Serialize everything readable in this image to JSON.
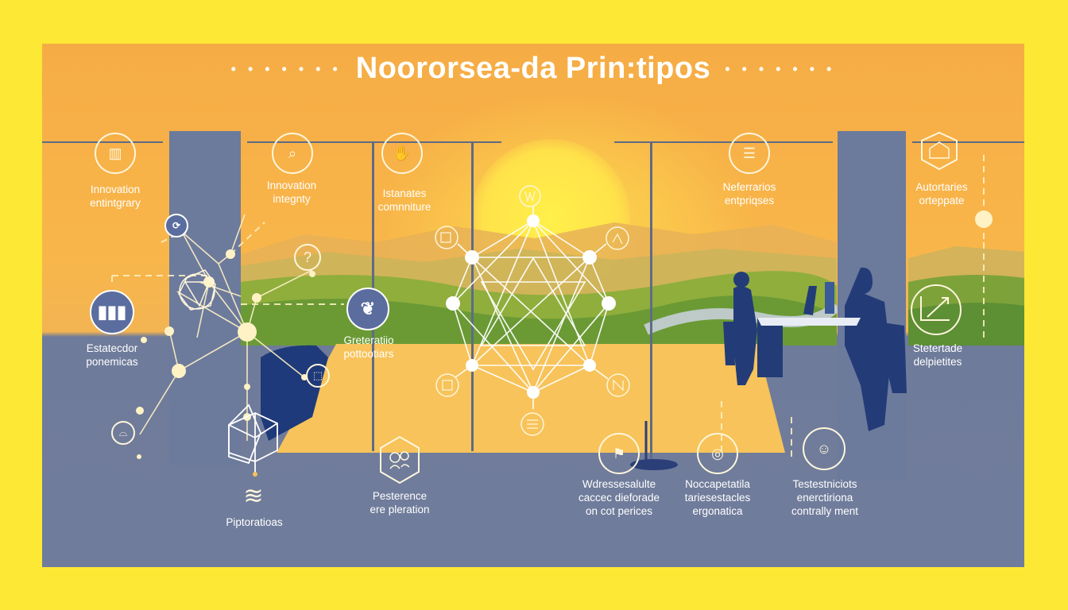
{
  "title": "Noororsea-da Prin:tipos",
  "title_dots": "• • • • • • •",
  "colors": {
    "border": "#fde835",
    "orange": "#f6ac45",
    "slate": "#6f7b9a",
    "navy": "#1f3a7a",
    "node": "#fff2c4"
  },
  "top_labels": [
    {
      "line1": "Innovation",
      "line2": "entintgrary",
      "icon": "building-icon"
    },
    {
      "line1": "Innovation",
      "line2": "integnty",
      "icon": "magnifier-icon"
    },
    {
      "line1": "Istanates",
      "line2": "comnniture",
      "icon": "hand-icon"
    },
    {
      "line1": "Neferrarios",
      "line2": "entpriqses",
      "icon": "document-icon"
    },
    {
      "line1": "Autortaries",
      "line2": "orteppate",
      "icon": "house-icon"
    }
  ],
  "mid_labels": [
    {
      "line1": "Estatecdor",
      "line2": "ponemicas",
      "icon": "bar-chart-icon"
    },
    {
      "line1": "Greteratiio",
      "line2": "pottootiars",
      "icon": "lotus-icon"
    },
    {
      "line1": "Stetertade",
      "line2": "delpietites",
      "icon": "growth-arrow-icon"
    }
  ],
  "bottom_labels": [
    {
      "line1": "Piptoratioas",
      "icon": "stack-icon"
    },
    {
      "line1": "Pesterence",
      "line2": "ere pleration",
      "icon": "people-hexagon-icon"
    },
    {
      "line1": "Wdressesalulte",
      "line2": "caccec dieforade",
      "line3": "on cot perices",
      "icon": "flag-icon"
    },
    {
      "line1": "Noccapetatila",
      "line2": "tariesestacles",
      "line3": "ergonatica",
      "icon": "tools-icon"
    },
    {
      "line1": "Testestniciots",
      "line2": "enerctiriona",
      "line3": "contrally ment",
      "icon": "team-icon"
    }
  ],
  "small_icons": {
    "question": "?"
  }
}
